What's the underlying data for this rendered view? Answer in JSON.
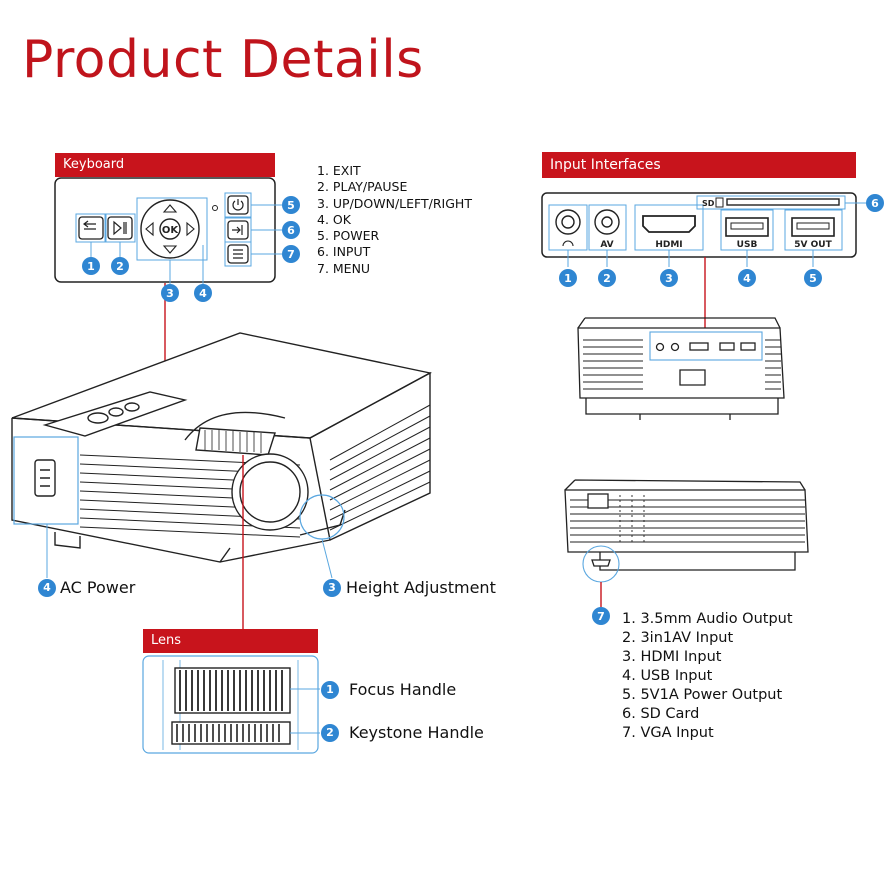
{
  "title": "Product Details",
  "keyboard": {
    "header": "Keyboard",
    "ok_label": "OK",
    "legend": [
      "1. EXIT",
      "2. PLAY/PAUSE",
      "3. UP/DOWN/LEFT/RIGHT",
      "4. OK",
      "5. POWER",
      "6. INPUT",
      "7. MENU"
    ],
    "badges": [
      "1",
      "2",
      "3",
      "4",
      "5",
      "6",
      "7"
    ]
  },
  "inputs": {
    "header": "Input Interfaces",
    "port_labels": [
      "AV",
      "HDMI",
      "USB",
      "5V OUT"
    ],
    "sd_label": "SD",
    "badges": [
      "1",
      "2",
      "3",
      "4",
      "5",
      "6",
      "7"
    ],
    "legend": [
      "1. 3.5mm Audio Output",
      "2. 3in1AV Input",
      "3. HDMI Input",
      "4. USB Input",
      "5. 5V1A Power Output",
      "6. SD Card",
      "7. VGA Input"
    ]
  },
  "callouts": {
    "ac_power": {
      "num": "4",
      "label": "AC Power"
    },
    "height": {
      "num": "3",
      "label": "Height Adjustment"
    }
  },
  "lens": {
    "header": "Lens",
    "focus": {
      "num": "1",
      "label": "Focus Handle"
    },
    "keystone": {
      "num": "2",
      "label": "Keystone Handle"
    }
  },
  "colors": {
    "accent_red": "#c8141c",
    "badge_blue": "#2f86d2",
    "outline_blue": "#5aa7e0"
  }
}
